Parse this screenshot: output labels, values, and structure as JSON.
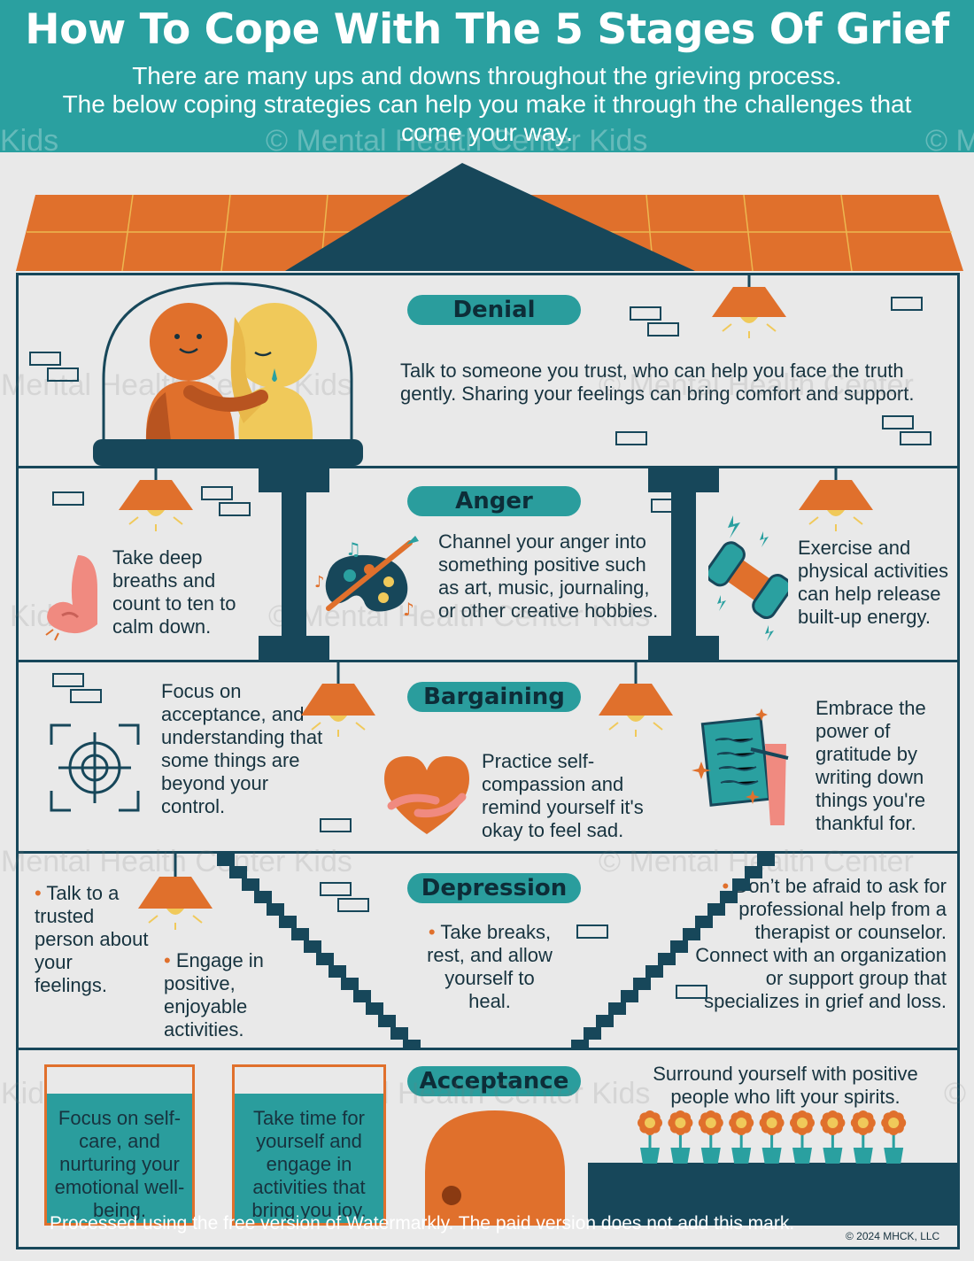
{
  "header": {
    "title": "How To Cope With The 5 Stages Of Grief",
    "subtitle_line1": "There are many ups and downs throughout the grieving process.",
    "subtitle_line2": "The below coping strategies can help you make it through the challenges that",
    "subtitle_line3": "come your way."
  },
  "watermark": {
    "text": "© Mental Health Center Kids",
    "text_short_a": "Kids",
    "text_short_b": "© M",
    "text_mid_a": "Mental Health Center Kids",
    "text_mid_b": "© Mental Health Center",
    "text_kids": "Kids"
  },
  "colors": {
    "teal": "#2aa0a0",
    "navy": "#17475a",
    "orange": "#e0702c",
    "yellow": "#f0c95a",
    "background": "#e9e9e9"
  },
  "denial": {
    "label": "Denial",
    "text": "Talk to someone you trust, who can help you face the truth gently.  Sharing your feelings can bring comfort and support."
  },
  "anger": {
    "label": "Anger",
    "left": "Take deep breaths and count to ten to calm down.",
    "middle": "Channel your anger into something positive such as art, music, journaling, or other creative hobbies.",
    "right": "Exercise and physical activities can help release built-up energy."
  },
  "bargaining": {
    "label": "Bargaining",
    "left": "Focus on acceptance, and understanding that some things are beyond your control.",
    "middle": "Practice self-compassion and remind yourself it's okay to feel sad.",
    "right": "Embrace the power of gratitude by writing down things you're thankful for."
  },
  "depression": {
    "label": "Depression",
    "left1": "Talk to a trusted person about your feelings.",
    "left2": "Engage in positive, enjoyable activities.",
    "middle": "Take breaks, rest, and allow yourself to heal.",
    "right": "Don’t be afraid to ask for professional help from a therapist or counselor.  Connect with an organization or support group that specializes in grief and loss."
  },
  "acceptance": {
    "label": "Acceptance",
    "box1": "Focus on self-care, and nurturing your emotional well-being.",
    "box2": "Take time for yourself and engage in activities that bring you joy.",
    "right": "Surround yourself with positive people who lift your spirits."
  },
  "footer": {
    "watermarkly": "Processed using the free version of Watermarkly. The paid version does not add this mark.",
    "copyright": "© 2024 MHCK, LLC"
  },
  "icons": [
    "hug-icon",
    "lamp-icon",
    "nose-icon",
    "palette-icon",
    "dumbbell-icon",
    "target-icon",
    "heart-hug-icon",
    "gratitude-note-icon",
    "door-icon",
    "flower-icon"
  ]
}
